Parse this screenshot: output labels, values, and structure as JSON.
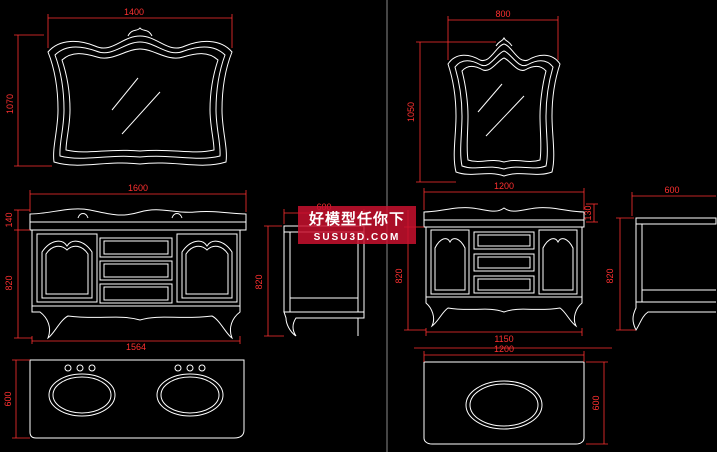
{
  "colors": {
    "background": "#000000",
    "outline": "#ffffff",
    "dimension": "#ff3030",
    "divider": "#8a8a8a",
    "watermark_bg": "#c8102e"
  },
  "left_set": {
    "mirror": {
      "width": "1400",
      "height": "1070"
    },
    "cabinet_front": {
      "top_width": "1600",
      "height_top": "140",
      "height_body": "820",
      "base_width": "1564"
    },
    "cabinet_side": {
      "width": "600",
      "height": "820"
    },
    "countertop_plan": {
      "depth": "600"
    }
  },
  "right_set": {
    "mirror": {
      "width": "800",
      "height": "1050"
    },
    "cabinet_front": {
      "top_width": "1200",
      "height_top": "130",
      "height_body": "820",
      "base_width": "1150"
    },
    "cabinet_side": {
      "width": "600",
      "height": "820"
    },
    "countertop_plan": {
      "width": "1200",
      "depth": "600"
    }
  },
  "watermark": {
    "chinese": "好模型任你下",
    "site": "SUSU3D.COM"
  }
}
